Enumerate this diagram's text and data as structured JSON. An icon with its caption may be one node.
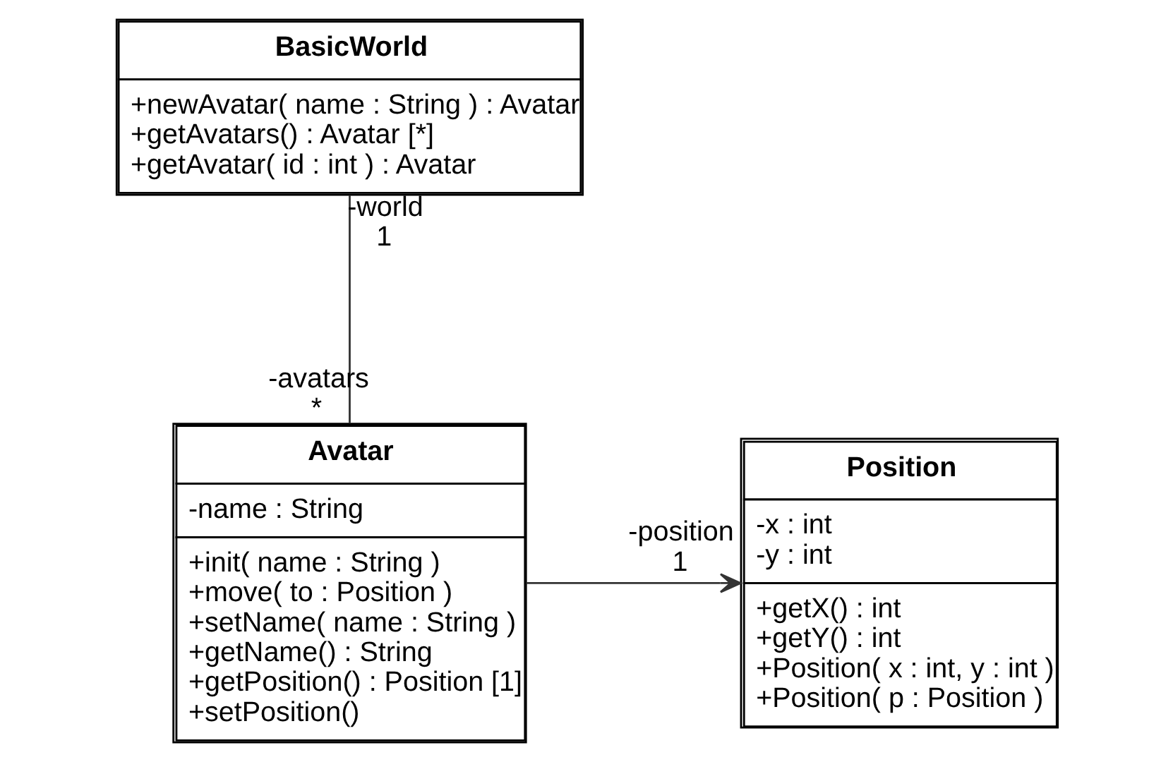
{
  "diagram": {
    "nodes": [
      {
        "text": [
          "BasicWorld",
          "+newAvatar( name : String ) : Avatar",
          "+getAvatars() : Avatar [*]",
          "+getAvatar( id : int ) : Avatar"
        ]
      },
      {
        "text": [
          "Avatar",
          "-name : String",
          "+init( name : String )",
          "+move( to : Position )",
          "+setName( name : String )",
          "+getName() : String",
          "+getPosition() : Position [1]",
          "+setPosition()"
        ]
      },
      {
        "text": [
          "Position",
          "-x : int",
          "-y : int",
          "+getX() : int",
          "+getY() : int",
          "+Position( x : int, y : int )",
          "+Position( p : Position )"
        ]
      }
    ],
    "edges": [
      {
        "from": 0,
        "to": 1,
        "arrow": "none"
      },
      {
        "from": 1,
        "to": 2,
        "arrow": "to"
      }
    ],
    "labels": [
      "-world",
      "1",
      "-avatars",
      "*",
      "-position",
      "1"
    ]
  }
}
